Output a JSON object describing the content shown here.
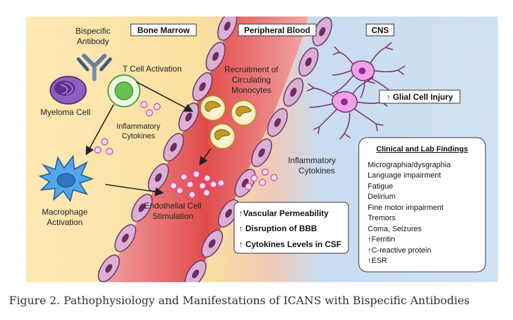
{
  "regions": {
    "bone_marrow": "Bone Marrow",
    "peripheral_blood": "Peripheral Blood",
    "cns": "CNS"
  },
  "labels": {
    "bispecific_antibody": [
      "Bispecific",
      "Antibody"
    ],
    "t_cell_activation": "T Cell Activation",
    "myeloma_cell": "Myeloma Cell",
    "inflammatory_cytokines_left": [
      "Inflammatory",
      "Cytokines"
    ],
    "macrophage_activation": [
      "Macrophage",
      "Activation"
    ],
    "recruitment": [
      "Recruitment of",
      "Circulating",
      "Monocytes"
    ],
    "endothelial": [
      "Endothelial Cell",
      "Stimulation"
    ],
    "inflammatory_cytokines_right": [
      "Inflammatory",
      "Cytokines"
    ],
    "glial_injury": "↑ Glial Cell Injury"
  },
  "vascular_effects": [
    "↑Vascular Permeability",
    "↑ Disruption of BBB",
    "↑ Cytokines Levels in CSF"
  ],
  "clinical": {
    "title": "Clinical and Lab Findings",
    "items": [
      "Micrographia/dysgraphia",
      "Language impairment",
      "Fatigue",
      "Delirium",
      "Fine motor impairment",
      "Tremors",
      "Coma, Seizures",
      "↑Ferritin",
      "↑C-reactive protein",
      "↑ESR"
    ]
  },
  "caption": "Figure 2. Pathophysiology and Manifestations of ICANS with Bispecific Antibodies",
  "colors": {
    "bone_marrow_bg": "#fbe3a6",
    "blood_vessel": "#ea6a6a",
    "vessel_wall": "#d7a8cf",
    "cns_bg": "#cde0f0",
    "cell_purple": "#7b4aa8",
    "t_cell_green": "#5fbf3e",
    "macrophage_blue": "#3f8fdc",
    "monocyte_gold": "#c49a22",
    "cytokine_pink": "#e66fc7",
    "neuron_purple": "#c04fb4"
  }
}
